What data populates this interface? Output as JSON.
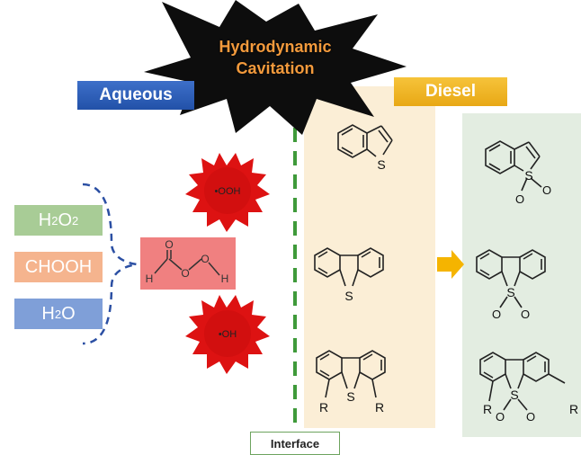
{
  "header": {
    "aqueous_label": "Aqueous",
    "diesel_label": "Diesel",
    "cavitation_line1": "Hydrodynamic",
    "cavitation_line2": "Cavitation"
  },
  "reagents": {
    "h2o2": {
      "base": "H",
      "sub1": "2",
      "mid": "O",
      "sub2": "2"
    },
    "chooh": "CHOOH",
    "h2o": {
      "base": "H",
      "sub1": "2",
      "end": "O"
    }
  },
  "radicals": {
    "top": "•OOH",
    "bottom": "•OH"
  },
  "peracid_atoms": {
    "o_top": "O",
    "h": "H",
    "o1": "O",
    "o2": "O",
    "h_end": "H"
  },
  "reactant_atoms": {
    "bt_s": "S",
    "dbt_s": "S",
    "mdbt_s": "S",
    "mdbt_r_left": "R",
    "mdbt_r_right": "R"
  },
  "product_atoms": {
    "bto_s": "S",
    "bto_o1": "O",
    "bto_o2": "O",
    "dbto_s": "S",
    "dbto_o1": "O",
    "dbto_o2": "O",
    "mdbto_s": "S",
    "mdbto_o1": "O",
    "mdbto_o2": "O",
    "mdbto_r_left": "R",
    "mdbto_r_right": "R"
  },
  "interface_label": "Interface",
  "colors": {
    "aqueous": "#2b5bb5",
    "diesel": "#f0b429",
    "h2o2": "#a8cc96",
    "chooh": "#f5b48e",
    "h2o": "#7f9fd8",
    "radical": "#dd1212",
    "peracid_box": "#f08080",
    "interface_line": "#3f9a3a",
    "arrow": "#f5b400",
    "diesel_panel": "#fbeed6",
    "product_panel": "#e3ede1"
  }
}
